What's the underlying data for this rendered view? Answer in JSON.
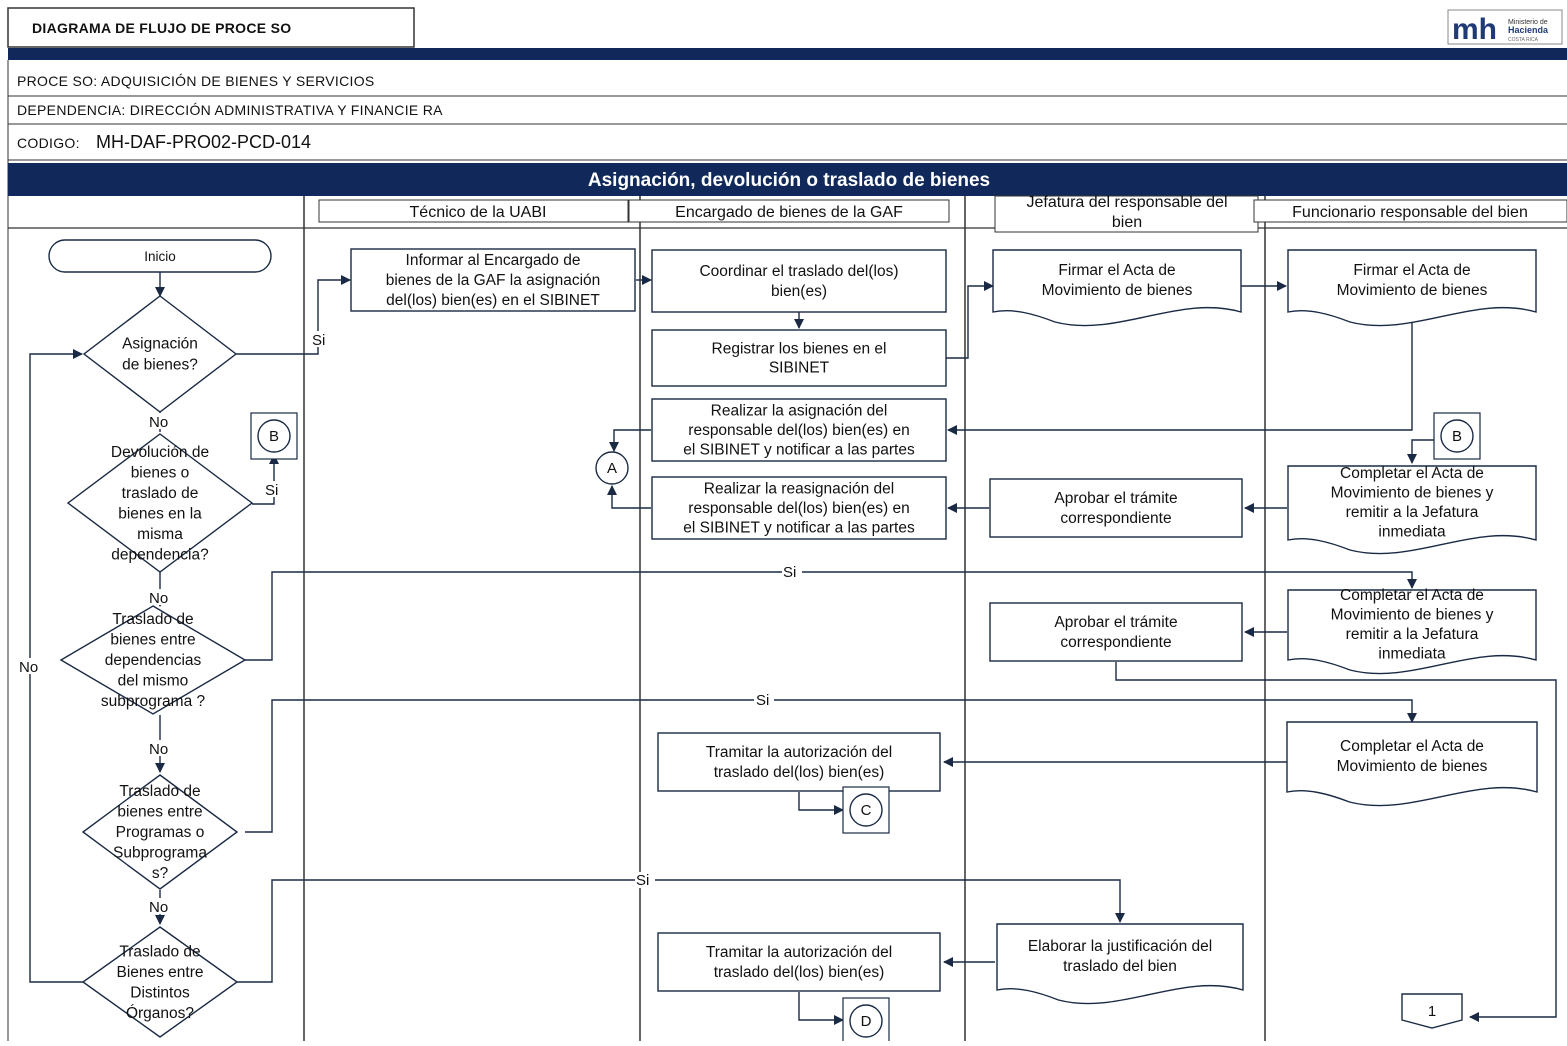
{
  "header": {
    "title": "DIAGRAMA DE FLUJO DE PROCE SO",
    "logo": {
      "mark": "mh",
      "line1": "Ministerio de",
      "line2": "Hacienda",
      "line3": "COSTA RICA"
    },
    "proceso": "PROCE SO: ADQUISICIÓN DE BIENES Y SERVICIOS",
    "dependencia": "DEPENDENCIA: DIRECCIÓN ADMINISTRATIVA Y FINANCIE RA",
    "codigo_label": "CODIGO:",
    "codigo_value": "MH-DAF-PRO02-PCD-014"
  },
  "diagram_title": "Asignación, devolución o traslado de bienes",
  "lanes": [
    {
      "id": "tecnico",
      "label": [
        "Técnico de la UABI"
      ]
    },
    {
      "id": "encargado",
      "label": [
        "Encargado de bienes de la GAF"
      ]
    },
    {
      "id": "jefatura",
      "label": [
        "Jefatura del responsable del",
        "bien"
      ]
    },
    {
      "id": "funcionario",
      "label": [
        "Funcionario responsable del bien"
      ]
    }
  ],
  "nodes": [
    {
      "id": "inicio",
      "type": "terminal",
      "lines": [
        "Inicio"
      ]
    },
    {
      "id": "d1",
      "type": "decision",
      "lines": [
        "Asignación",
        "de bienes?"
      ]
    },
    {
      "id": "d2",
      "type": "decision",
      "lines": [
        "Devolución de",
        "bienes o",
        "traslado de",
        "bienes en la",
        "misma",
        "dependencia?"
      ]
    },
    {
      "id": "d3",
      "type": "decision",
      "lines": [
        "Traslado de",
        "bienes entre",
        "dependencias",
        "del mismo",
        "subprograma ?"
      ]
    },
    {
      "id": "d4",
      "type": "decision",
      "lines": [
        "Traslado de",
        "bienes entre",
        "Programas o",
        "Subprograma",
        "s?"
      ]
    },
    {
      "id": "d5",
      "type": "decision",
      "lines": [
        "Traslado de",
        "Bienes entre",
        "Distintos",
        "Órganos?"
      ]
    },
    {
      "id": "informar",
      "type": "process",
      "lines": [
        "Informar al Encargado de",
        "bienes de la GAF la asignación",
        "del(los) bien(es)  en el SIBINET"
      ]
    },
    {
      "id": "coordinar",
      "type": "process",
      "lines": [
        "Coordinar el traslado del(los)",
        "bien(es)"
      ]
    },
    {
      "id": "registrar",
      "type": "process",
      "lines": [
        "Registrar los bienes en el",
        "SIBINET"
      ]
    },
    {
      "id": "realizar_asig",
      "type": "process",
      "lines": [
        "Realizar la asignación del",
        "responsable del(los) bien(es) en",
        "el SIBINET y notificar a las partes"
      ]
    },
    {
      "id": "realizar_reasig",
      "type": "process",
      "lines": [
        "Realizar la reasignación del",
        "responsable del(los) bien(es) en",
        "el SIBINET y notificar a las partes"
      ]
    },
    {
      "id": "tramitar1",
      "type": "process",
      "lines": [
        "Tramitar la autorización del",
        "traslado del(los) bien(es)"
      ]
    },
    {
      "id": "tramitar2",
      "type": "process",
      "lines": [
        "Tramitar la autorización del",
        "traslado del(los) bien(es)"
      ]
    },
    {
      "id": "firmar_jef",
      "type": "document",
      "lines": [
        "Firmar el Acta de",
        "Movimiento de bienes"
      ]
    },
    {
      "id": "aprobar1",
      "type": "process",
      "lines": [
        "Aprobar el trámite",
        "correspondiente"
      ]
    },
    {
      "id": "aprobar2",
      "type": "process",
      "lines": [
        "Aprobar el trámite",
        "correspondiente"
      ]
    },
    {
      "id": "elaborar",
      "type": "document",
      "lines": [
        "Elaborar la justificación del",
        "traslado del bien"
      ]
    },
    {
      "id": "firmar_func",
      "type": "document",
      "lines": [
        "Firmar el Acta de",
        "Movimiento de bienes"
      ]
    },
    {
      "id": "completar1",
      "type": "document",
      "lines": [
        "Completar el Acta de",
        "Movimiento de bienes y",
        "remitir a la Jefatura",
        "inmediata"
      ]
    },
    {
      "id": "completar2",
      "type": "document",
      "lines": [
        "Completar el Acta de",
        "Movimiento de bienes y",
        "remitir a la Jefatura",
        "inmediata"
      ]
    },
    {
      "id": "completar3",
      "type": "document",
      "lines": [
        "Completar el Acta de",
        "Movimiento de bienes"
      ]
    },
    {
      "id": "conn_a",
      "type": "connector",
      "lines": [
        "A"
      ]
    },
    {
      "id": "conn_b1",
      "type": "connector",
      "lines": [
        "B"
      ]
    },
    {
      "id": "conn_b2",
      "type": "connector",
      "lines": [
        "B"
      ]
    },
    {
      "id": "conn_c",
      "type": "connector",
      "lines": [
        "C"
      ]
    },
    {
      "id": "conn_d",
      "type": "connector",
      "lines": [
        "D"
      ]
    },
    {
      "id": "offpage_1",
      "type": "offpage",
      "lines": [
        "1"
      ]
    }
  ],
  "edge_labels": {
    "si": "Si",
    "no": "No"
  }
}
